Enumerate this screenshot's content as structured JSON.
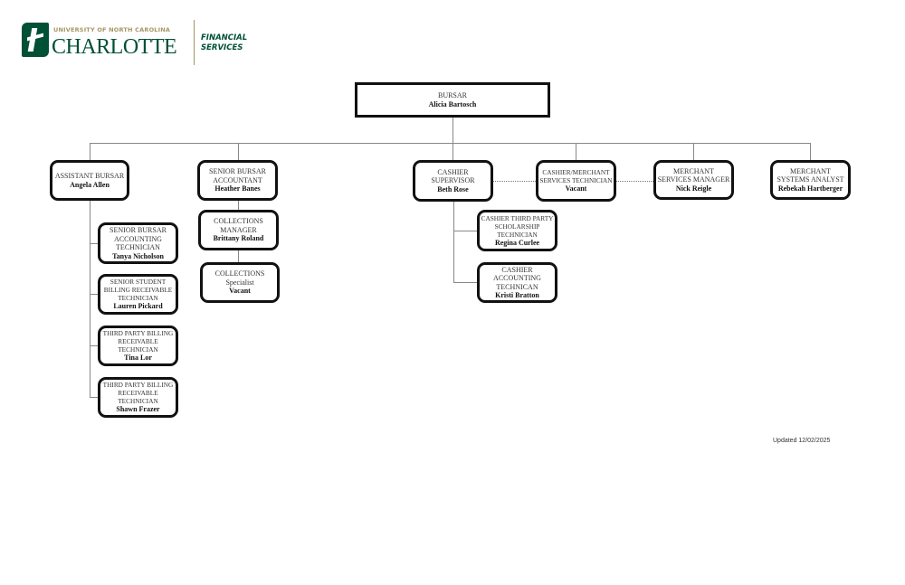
{
  "logo": {
    "university": "UNIVERSITY OF NORTH CAROLINA",
    "name": "CHARLOTTE",
    "department": "FINANCIAL\nSERVICES",
    "brand_color": "#005035",
    "gold_color": "#a49665"
  },
  "nodes": {
    "bursar": {
      "title": "BURSAR",
      "name": "Alicia Bartosch"
    },
    "assistant_bursar": {
      "title": "ASSISTANT BURSAR",
      "name": "Angela Allen"
    },
    "senior_bursar_accountant": {
      "title": "SENIOR BURSAR\nACCOUNTANT",
      "name": "Heather Banes"
    },
    "cashier_supervisor": {
      "title": "CASHIER\nSUPERVISOR",
      "name": "Beth Rose"
    },
    "cashier_merchant_tech": {
      "title": "CASHIER/MERCHANT\nSERVICES TECHNICIAN",
      "name": "Vacant"
    },
    "merchant_services_manager": {
      "title": "MERCHANT\nSERVICES MANAGER",
      "name": "Nick Reigle"
    },
    "merchant_systems_analyst": {
      "title": "MERCHANT\nSYSTEMS ANALYST",
      "name": "Rebekah Hartberger"
    },
    "sr_bursar_accounting_tech": {
      "title": "SENIOR BURSAR\nACCOUNTING\nTECHNICIAN",
      "name": "Tanya Nicholson"
    },
    "sr_student_billing_tech": {
      "title": "SENIOR STUDENT\nBILLING RECEIVABLE\nTECHNICIAN",
      "name": "Lauren Pickard"
    },
    "third_party_billing_tech_1": {
      "title": "THIRD PARTY BILLING\nRECEIVABLE\nTECHNICIAN",
      "name": "Tina Lor"
    },
    "third_party_billing_tech_2": {
      "title": "THIRD PARTY BILLING\nRECEIVABLE\nTECHNICIAN",
      "name": "Shawn Frazer"
    },
    "collections_manager": {
      "title": "COLLECTIONS\nMANAGER",
      "name": "Brittany Roland"
    },
    "collections_specialist": {
      "title": "COLLECTIONS\nSpecialist",
      "name": "Vacant"
    },
    "cashier_third_party_scholarship_tech": {
      "title": "CASHIER THIRD PARTY\nSCHOLARSHIP\nTECHNICIAN",
      "name": "Regina Curlee"
    },
    "cashier_accounting_tech": {
      "title": "CASHIER\nACCOUNTING\nTECHNICAN",
      "name": "Kristi Bratton"
    }
  },
  "footer": {
    "updated": "Updated 12/02/2025"
  }
}
